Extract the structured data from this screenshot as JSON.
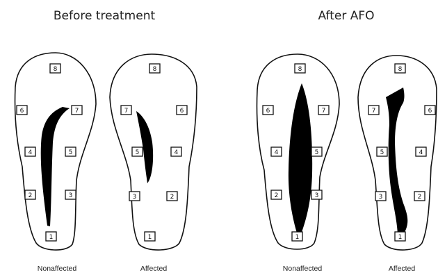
{
  "panels": [
    {
      "title": "Before treatment",
      "feet": [
        {
          "label": "Nonaffected"
        },
        {
          "label": "Affected"
        }
      ]
    },
    {
      "title": "After AFO",
      "feet": [
        {
          "label": "Nonaffected"
        },
        {
          "label": "Affected"
        }
      ]
    }
  ],
  "sensor_numbers": {
    "toe": "8",
    "medial_forefoot": "6",
    "lateral_forefoot": "7",
    "medial_midfoot": "4",
    "lateral_midfoot": "5",
    "medial_rearfoot": "2",
    "lateral_rearfoot": "3",
    "heel": "1"
  },
  "colors": {
    "outline": "#111111",
    "pressure_path": "#000000"
  }
}
